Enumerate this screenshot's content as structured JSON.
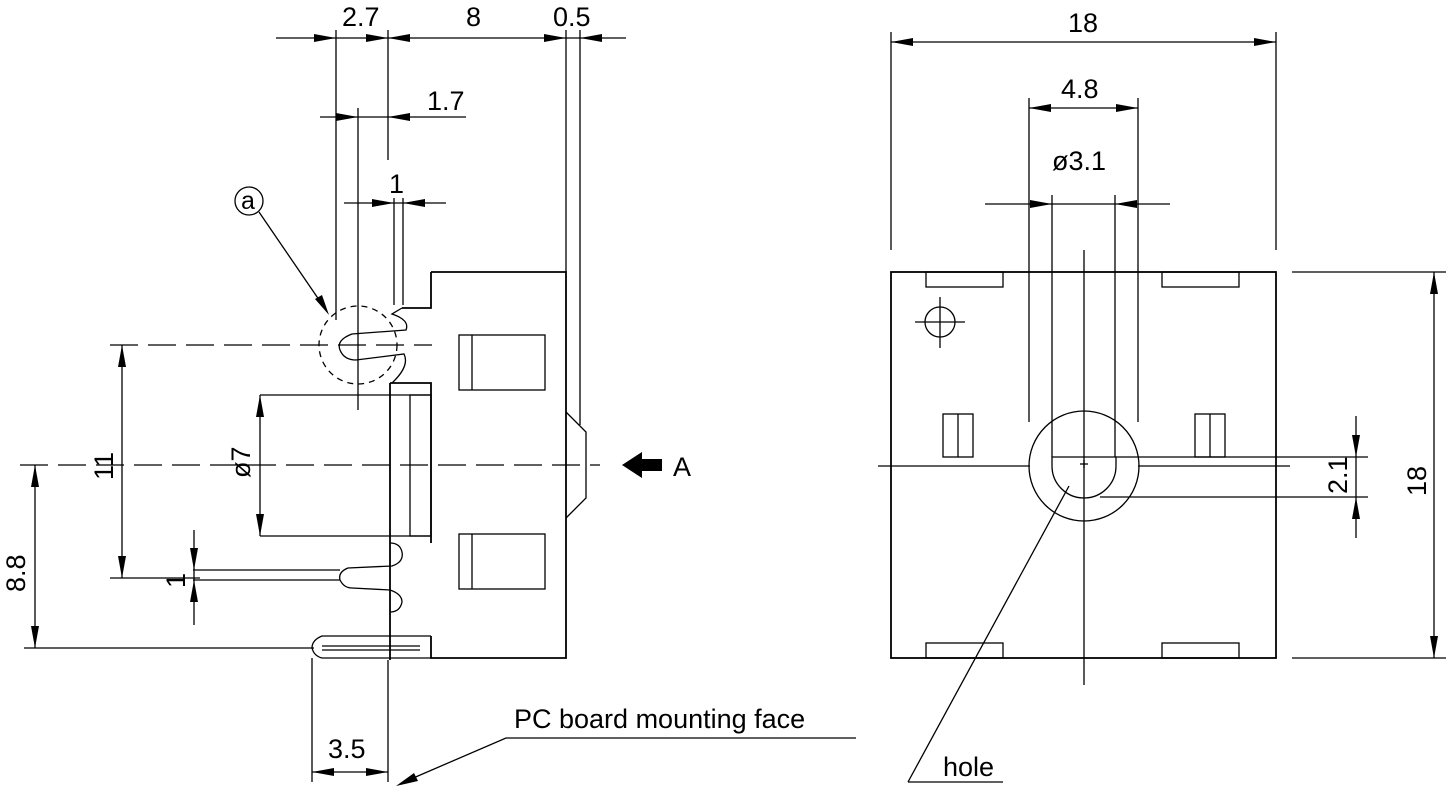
{
  "left_view": {
    "dim_2_7": "2.7",
    "dim_8": "8",
    "dim_0_5": "0.5",
    "dim_1_7": "1.7",
    "dim_1_top": "1",
    "callout_a": "a",
    "dim_11": "11",
    "dim_phi7": "ø7",
    "dim_8_8": "8.8",
    "dim_1_left": "1",
    "dim_3_5": "3.5",
    "view_arrow_label": "A",
    "mounting_face_label": "PC board mounting face"
  },
  "right_view": {
    "dim_18_width": "18",
    "dim_4_8": "4.8",
    "dim_phi3_1": "ø3.1",
    "dim_2_1": "2.1",
    "dim_18_height": "18",
    "hole_label": "hole"
  }
}
